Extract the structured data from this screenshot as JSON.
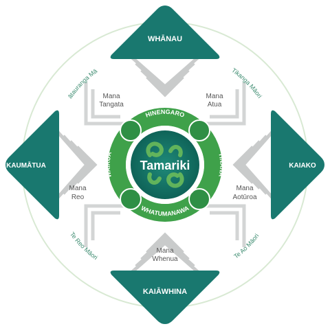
{
  "center": {
    "label": "Tamariki"
  },
  "ring": {
    "top": "HINENGARO",
    "right": "TINANA",
    "bottom": "WHATUMANAWA",
    "left": "WAIRUA"
  },
  "corners": {
    "top": "WHĀNAU",
    "right": "KAIAKO",
    "bottom": "KAIĀWHINA",
    "left": "KAUMĀTUA"
  },
  "mana": {
    "tangata": [
      "Mana",
      "Tangata"
    ],
    "atua": [
      "Mana",
      "Atua"
    ],
    "reo": [
      "Mana",
      "Reo"
    ],
    "aoturoa": [
      "Mana",
      "Aotūroa"
    ],
    "whenua": [
      "Mana",
      "Whenua"
    ]
  },
  "arcs": {
    "top_left": "Mātauranga Māori",
    "top_right": "Tikanga Māori",
    "bottom_left": "Te Reo Māori",
    "bottom_right": "Te Ao Māori"
  },
  "colors": {
    "teal": "#19786f",
    "teal_dark": "#116259",
    "green": "#3fa14a",
    "green_light": "#8cc63f",
    "grey": "#c9cbcb",
    "arc": "#cfe4c9",
    "text_grey": "#555555"
  }
}
